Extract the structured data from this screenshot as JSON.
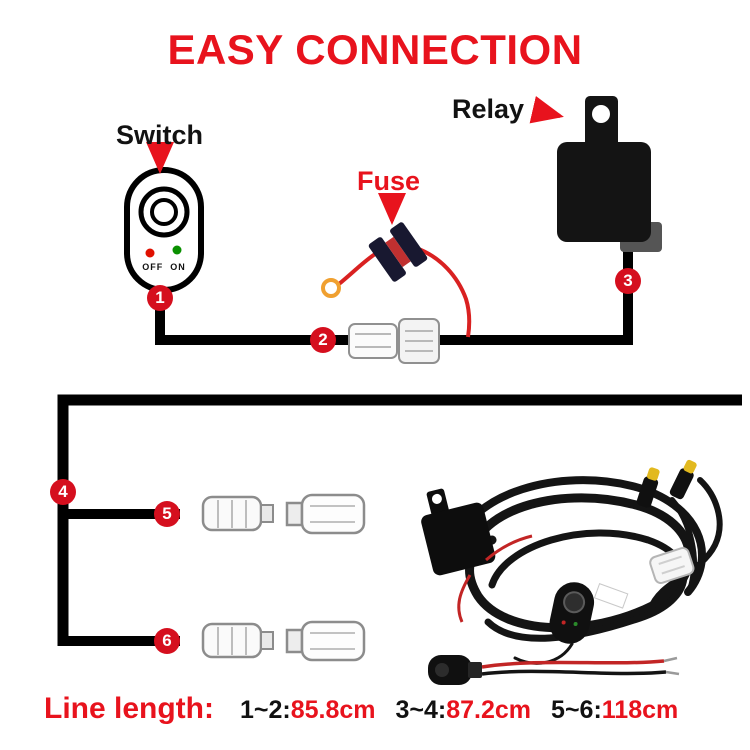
{
  "title": "EASY CONNECTION",
  "component_labels": {
    "switch": "Switch",
    "fuse": "Fuse",
    "relay": "Relay"
  },
  "switch_panel": {
    "off": "OFF",
    "on": "ON"
  },
  "markers": [
    "1",
    "2",
    "3",
    "4",
    "5",
    "6"
  ],
  "footer": {
    "prefix": "Line length:",
    "segments": [
      {
        "label": "1~2:",
        "value": "85.8cm"
      },
      {
        "label": "3~4:",
        "value": "87.2cm"
      },
      {
        "label": "5~6:",
        "value": "118cm"
      }
    ]
  },
  "colors": {
    "accent_red": "#e8131d",
    "marker_red": "#d50f1e",
    "wire_black": "#000000",
    "led_red": "#e01000",
    "led_green": "#0a9000",
    "fuse_wire_red": "#d92121",
    "ring_terminal_orange": "#f0a030",
    "connector_cap_yellow": "#e2b91f"
  }
}
